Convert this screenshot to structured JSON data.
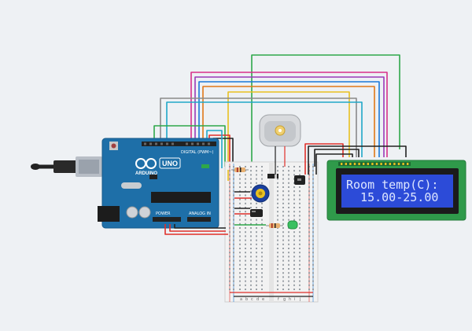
{
  "lcd": {
    "line1": "Room temp(C):",
    "line2": "  15.00-25.00"
  },
  "arduino": {
    "brand": "ARDUINO",
    "model": "UNO",
    "digital_label": "DIGITAL (PWM~)",
    "power_label": "POWER",
    "analog_label": "ANALOG IN"
  },
  "breadboard": {
    "col_labels": [
      "a",
      "b",
      "c",
      "d",
      "e",
      "f",
      "g",
      "h",
      "i",
      "j"
    ]
  },
  "colors": {
    "wire_red": "#e0302a",
    "wire_black": "#222222",
    "wire_green": "#2ea84a",
    "wire_yellow": "#e8c020",
    "wire_orange": "#e07818",
    "wire_blue": "#1a78d8",
    "wire_teal": "#20a8c8",
    "wire_purple": "#9a3ab8",
    "wire_magenta": "#d8308a",
    "wire_gray": "#8a8a8a",
    "lcd_green": "#2f9a4a",
    "lcd_screen": "#2c4bd8",
    "arduino_blue": "#1e6fa8"
  }
}
